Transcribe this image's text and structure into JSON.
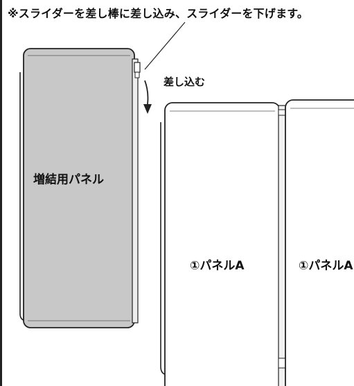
{
  "diagram": {
    "note_text": "※スライダーを差し棒に差し込み、スライダーを下げます。",
    "insert_label": "差し込む",
    "extra_panel_label": "増結用パネル",
    "panel_a_left_label": "①パネルA",
    "panel_a_right_label": "①パネルA"
  },
  "colors": {
    "extra_panel_fill": "#c8c8c8",
    "white_panel_fill": "#ffffff",
    "line": "#222222"
  }
}
